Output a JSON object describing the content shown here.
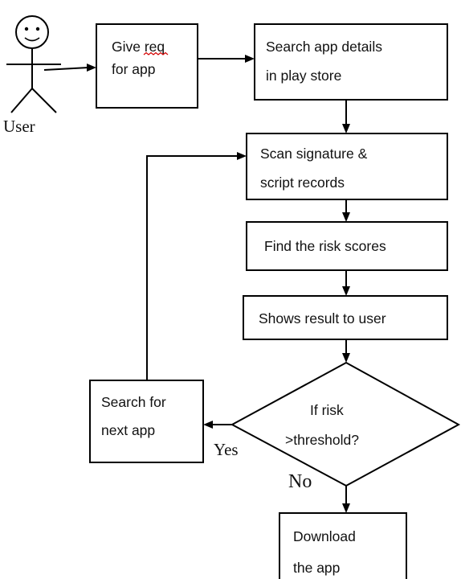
{
  "actor": {
    "label": "User"
  },
  "nodes": {
    "give_req": {
      "line1": "Give ",
      "req": "req",
      "line2": "for app"
    },
    "search_details": {
      "line1": "Search app details",
      "line2": "in play store"
    },
    "scan": {
      "line1": "Scan signature &",
      "line2": "script records"
    },
    "risk": {
      "line1": "Find the risk scores"
    },
    "shows": {
      "line1": "Shows result to user"
    },
    "decision": {
      "line1": "If risk",
      "line2": ">threshold?"
    },
    "search_next": {
      "line1": "Search for",
      "line2": "next app"
    },
    "download": {
      "line1": "Download",
      "line2": "the  app"
    }
  },
  "edges": {
    "yes": "Yes",
    "no": "No"
  }
}
